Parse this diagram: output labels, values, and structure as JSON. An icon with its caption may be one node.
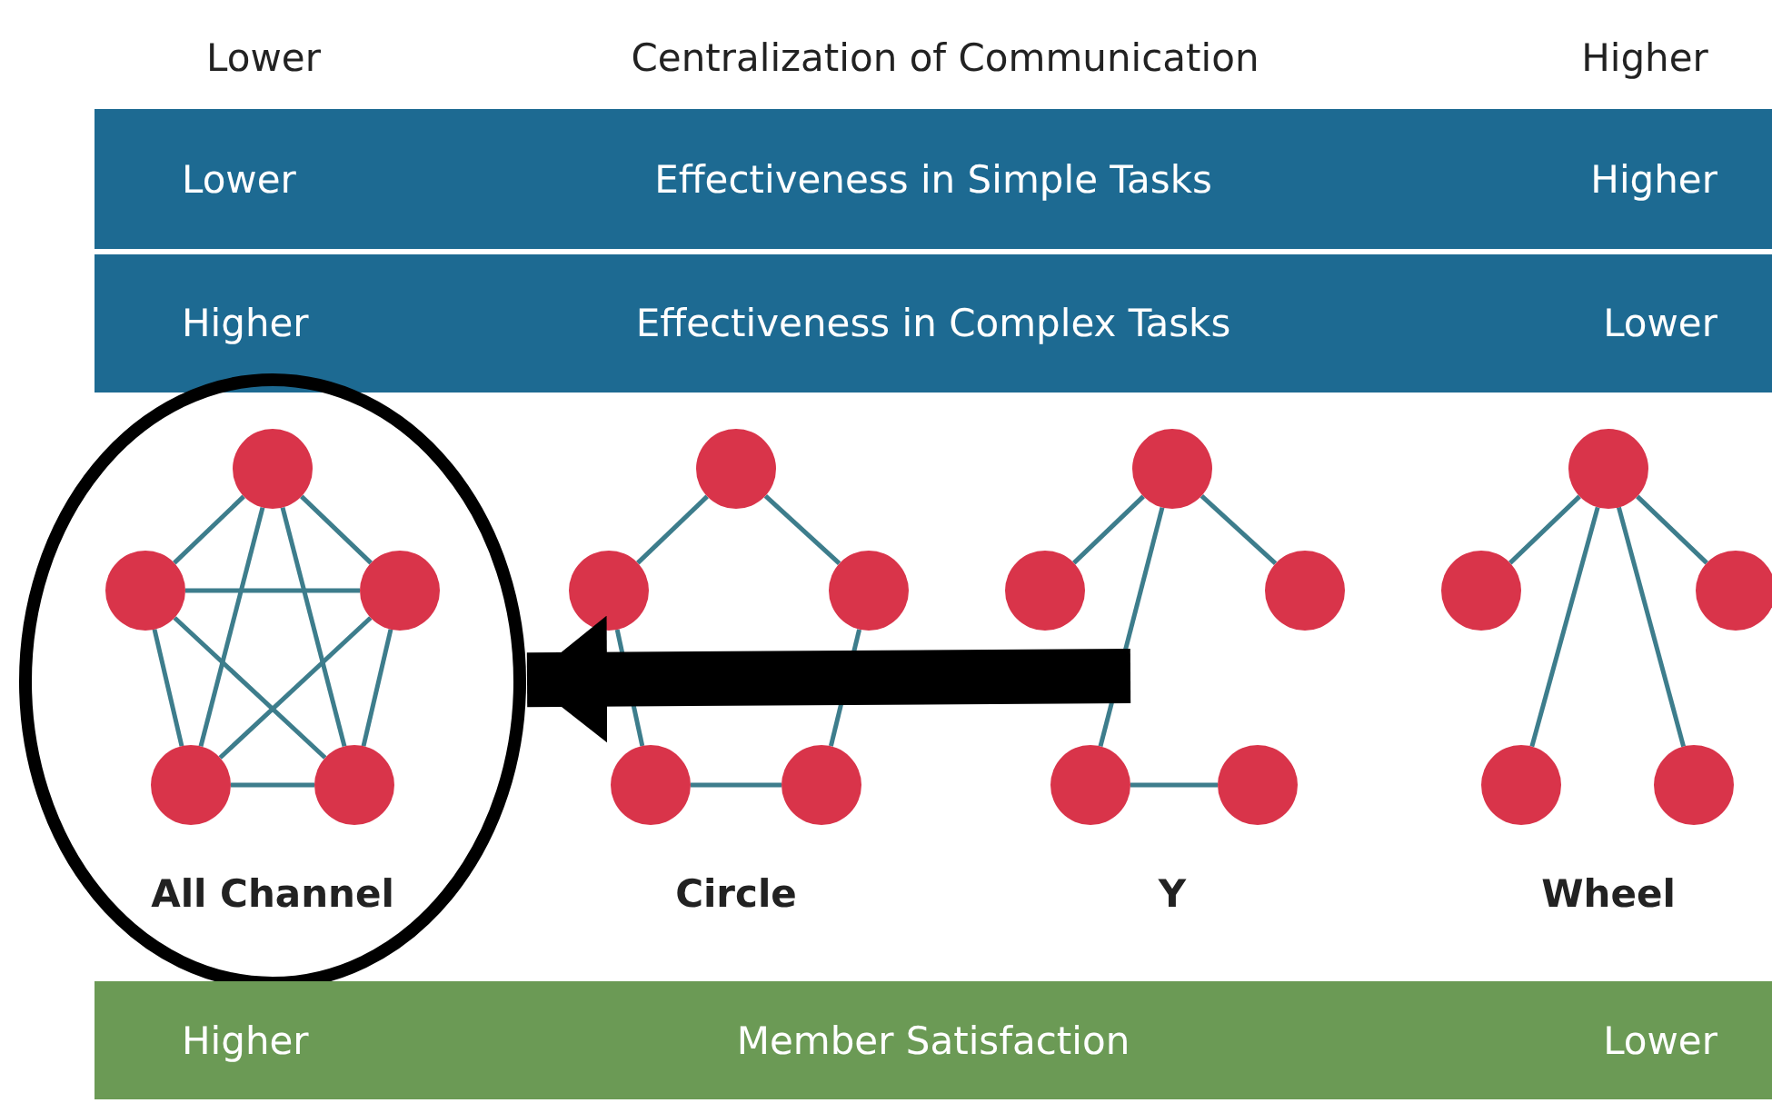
{
  "diagram": {
    "nodes": [
      {
        "text": [
          "Lower",
          "Effectiveness in Simple Tasks",
          "Higher"
        ]
      },
      {
        "text": [
          "Higher",
          "Effectiveness in Complex Tasks",
          "Lower"
        ]
      },
      {
        "text": [],
        "shape": "ellipse"
      },
      {
        "text": [],
        "shape": "circle",
        "in": 2
      },
      {
        "text": [],
        "shape": "circle",
        "in": 2
      },
      {
        "text": [],
        "shape": "circle",
        "in": 2
      },
      {
        "text": [],
        "shape": "circle",
        "in": 2
      },
      {
        "text": [],
        "shape": "circle",
        "in": 2
      },
      {
        "text": [],
        "shape": "circle"
      },
      {
        "text": [],
        "shape": "circle"
      },
      {
        "text": [],
        "shape": "circle"
      },
      {
        "text": [],
        "shape": "circle"
      },
      {
        "text": [],
        "shape": "circle"
      },
      {
        "text": [],
        "shape": "circle"
      },
      {
        "text": [],
        "shape": "circle"
      },
      {
        "text": [],
        "shape": "circle"
      },
      {
        "text": [],
        "shape": "circle"
      },
      {
        "text": [],
        "shape": "circle"
      },
      {
        "text": [],
        "shape": "circle"
      },
      {
        "text": [],
        "shape": "circle"
      },
      {
        "text": [],
        "shape": "circle"
      },
      {
        "text": [],
        "shape": "circle"
      },
      {
        "text": [],
        "shape": "circle"
      },
      {
        "text": [
          "Higher",
          "Member Satisfaction",
          "Lower"
        ]
      }
    ],
    "edges": [
      {
        "from": 3,
        "to": 4,
        "arrow": "none"
      },
      {
        "from": 3,
        "to": 5,
        "arrow": "none"
      },
      {
        "from": 4,
        "to": 6,
        "arrow": "none"
      },
      {
        "from": 5,
        "to": 7,
        "arrow": "none"
      },
      {
        "from": 6,
        "to": 7,
        "arrow": "none"
      },
      {
        "from": 3,
        "to": 6,
        "arrow": "none"
      },
      {
        "from": 3,
        "to": 7,
        "arrow": "none"
      },
      {
        "from": 4,
        "to": 5,
        "arrow": "none"
      },
      {
        "from": 4,
        "to": 7,
        "arrow": "none"
      },
      {
        "from": 5,
        "to": 6,
        "arrow": "none"
      },
      {
        "from": 8,
        "to": 9,
        "arrow": "none"
      },
      {
        "from": 8,
        "to": 10,
        "arrow": "none"
      },
      {
        "from": 9,
        "to": 11,
        "arrow": "none"
      },
      {
        "from": 10,
        "to": 12,
        "arrow": "none"
      },
      {
        "from": 11,
        "to": 12,
        "arrow": "none"
      },
      {
        "from": 13,
        "to": 14,
        "arrow": "none"
      },
      {
        "from": 13,
        "to": 15,
        "arrow": "none"
      },
      {
        "from": 13,
        "to": 16,
        "arrow": "none"
      },
      {
        "from": 16,
        "to": 17,
        "arrow": "none"
      },
      {
        "from": 18,
        "to": 19,
        "arrow": "none"
      },
      {
        "from": 18,
        "to": 20,
        "arrow": "none"
      },
      {
        "from": 18,
        "to": 21,
        "arrow": "none"
      },
      {
        "from": 18,
        "to": 22,
        "arrow": "none"
      },
      {
        "from": null,
        "to": 2,
        "arrow": "to",
        "style": "thick",
        "color": "#000000"
      }
    ],
    "labels": [
      "Lower",
      "Centralization of Communication",
      "Higher",
      "All Channel",
      "Circle",
      "Y",
      "Wheel"
    ]
  }
}
